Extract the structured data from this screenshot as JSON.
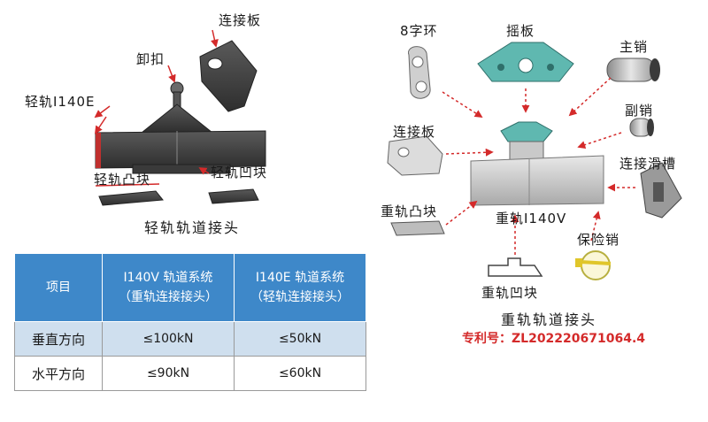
{
  "left_diagram": {
    "labels": {
      "connecting_plate": "连接板",
      "shackle": "卸扣",
      "light_rail": "轻轨I140E",
      "light_rail_convex": "轻轨凸块",
      "light_rail_concave": "轻轨凹块"
    },
    "caption": "轻轨轨道接头"
  },
  "table": {
    "headers": [
      "项目",
      "I140V 轨道系统",
      "I140E 轨道系统"
    ],
    "header_sub": [
      "",
      "（重轨连接接头）",
      "（轻轨连接接头）"
    ],
    "rows": [
      {
        "name": "垂直方向",
        "i140v": "≤100kN",
        "i140e": "≤50kN"
      },
      {
        "name": "水平方向",
        "i140v": "≤90kN",
        "i140e": "≤60kN"
      }
    ]
  },
  "right_diagram": {
    "labels": {
      "figure8_ring": "8字环",
      "rocker_plate": "摇板",
      "main_pin": "主销",
      "secondary_pin": "副销",
      "connecting_plate": "连接板",
      "connecting_slot": "连接滑槽",
      "heavy_rail_convex": "重轨凸块",
      "heavy_rail": "重轨I140V",
      "safety_pin": "保险销",
      "heavy_rail_concave": "重轨凹块"
    },
    "caption": "重轨轨道接头",
    "patent": "专利号：ZL202220671064.4"
  },
  "colors": {
    "header_blue": "#3e88c9",
    "row_light_blue": "#cfdfee",
    "arrow_red": "#d42a2a",
    "teal_part": "#5fb8b0"
  }
}
